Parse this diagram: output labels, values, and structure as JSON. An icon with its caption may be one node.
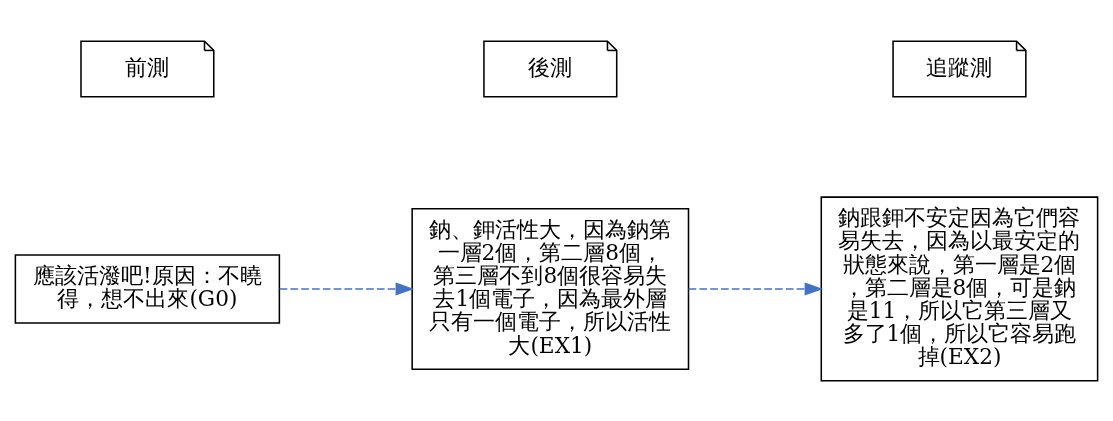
{
  "diagram": {
    "nodes": [
      {
        "text": [
          "前測"
        ]
      },
      {
        "text": [
          "後測"
        ]
      },
      {
        "text": [
          "追蹤測"
        ]
      },
      {
        "text": [
          "應該活潑吧!原因：不曉得，想不出來(G0)"
        ]
      },
      {
        "text": [
          "鈉、鉀活性大，因為鈉第一層2個，第二層8個，第三層不到8個很容易失去1個電子，因為最外層只有一個電子，所以活性大(EX1)"
        ]
      },
      {
        "text": [
          "鈉跟鉀不安定因為它們容易失去，因為以最安定的狀態來說，第一層是2個，第二層是8個，可是鈉是11，所以它第三層又多了1個，所以它容易跑掉(EX2)"
        ]
      }
    ],
    "edges": [
      {
        "from": 3,
        "to": 4,
        "arrow": "to",
        "style": "dashed",
        "color": "#4472c4"
      },
      {
        "from": 4,
        "to": 5,
        "arrow": "to",
        "style": "dashed",
        "color": "#4472c4"
      }
    ]
  }
}
